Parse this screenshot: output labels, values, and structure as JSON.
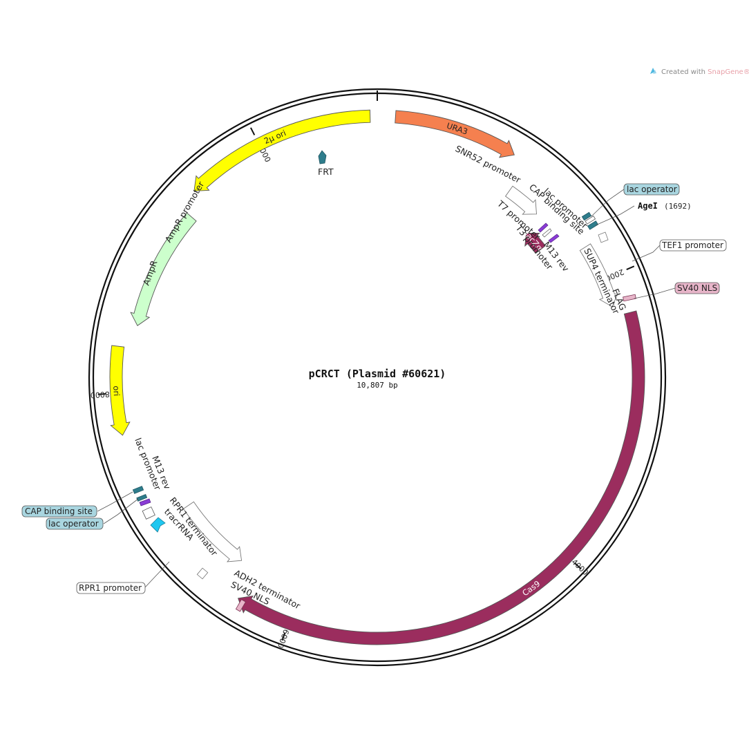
{
  "plasmid": {
    "name": "pCRCT  (Plasmid #60621)",
    "size_label": "10,807 bp",
    "length_bp": 10807
  },
  "credit": {
    "prefix": "Created with ",
    "brand": "SnapGene®",
    "brand_color": "#e8a0a8",
    "icon": "snapgene-logo-icon"
  },
  "ticks": [
    {
      "pos": 2000,
      "label": "2000"
    },
    {
      "pos": 4000,
      "label": "4000"
    },
    {
      "pos": 6000,
      "label": "6000"
    },
    {
      "pos": 8000,
      "label": "8000"
    },
    {
      "pos": 10000,
      "label": "10,000"
    }
  ],
  "features": [
    {
      "name": "URA3",
      "start": 120,
      "end": 950,
      "color": "#f5804f",
      "text_color": "#222222",
      "dir": 1,
      "label_inside": true
    },
    {
      "name": "SNR52 promoter",
      "start": 1060,
      "end": 1330,
      "color": "#ffffff",
      "text_color": "#222222",
      "dir": 1,
      "label_inside": false
    },
    {
      "name": "lacZα",
      "start": 1380,
      "end": 1560,
      "color": "#9b2d5e",
      "text_color": "#ffffff",
      "dir": -1,
      "label_inside": true
    },
    {
      "name": "TEF1 promoter",
      "start": 1740,
      "end": 2200,
      "color": "#ffffff",
      "text_color": "#222222",
      "dir": 1,
      "label_inside": false
    },
    {
      "name": "Cas9",
      "start": 2270,
      "end": 6370,
      "color": "#9b2d5e",
      "text_color": "#ffffff",
      "dir": 1,
      "label_inside": true
    },
    {
      "name": "RPR1 promoter",
      "start": 6500,
      "end": 7080,
      "color": "#ffffff",
      "text_color": "#222222",
      "dir": -1,
      "label_inside": false
    },
    {
      "name": "ori",
      "start": 7720,
      "end": 8310,
      "color": "#ffff00",
      "text_color": "#222222",
      "dir": -1,
      "label_inside": true
    },
    {
      "name": "AmpR",
      "start": 8470,
      "end": 9330,
      "color": "#ccffcc",
      "text_color": "#222222",
      "dir": -1,
      "label_inside": false
    },
    {
      "name": "2μ ori",
      "start": 9470,
      "end": 10760,
      "color": "#ffff00",
      "text_color": "#222222",
      "dir": -1,
      "label_inside": true
    }
  ],
  "labels": {
    "inner": [
      {
        "text": "FRT"
      },
      {
        "text": "SNR52 promoter"
      },
      {
        "text": "lac promoter"
      },
      {
        "text": "CAP binding site"
      },
      {
        "text": "T7 promoter"
      },
      {
        "text": "M13 rev"
      },
      {
        "text": "T3 promoter"
      },
      {
        "text": "SUP4 terminator"
      },
      {
        "text": "FLAG"
      },
      {
        "text": "AmpR promoter"
      },
      {
        "text": "AmpR"
      },
      {
        "text": "M13 rev"
      },
      {
        "text": "lac promoter"
      },
      {
        "text": "RPR1 terminator"
      },
      {
        "text": "tracrRNA"
      },
      {
        "text": "ADH2 terminator"
      },
      {
        "text": "SV40 NLS"
      }
    ],
    "boxed": [
      {
        "text": "lac operator",
        "fill": "#a9d6e0"
      },
      {
        "text": "TEF1 promoter",
        "fill": "#ffffff"
      },
      {
        "text": "SV40 NLS",
        "fill": "#e7b5c9"
      },
      {
        "text": "CAP binding site",
        "fill": "#a9d6e0"
      },
      {
        "text": "lac operator",
        "fill": "#a9d6e0"
      },
      {
        "text": "RPR1 promoter",
        "fill": "#ffffff"
      }
    ],
    "site": {
      "name": "AgeI",
      "pos": "(1692)"
    }
  }
}
